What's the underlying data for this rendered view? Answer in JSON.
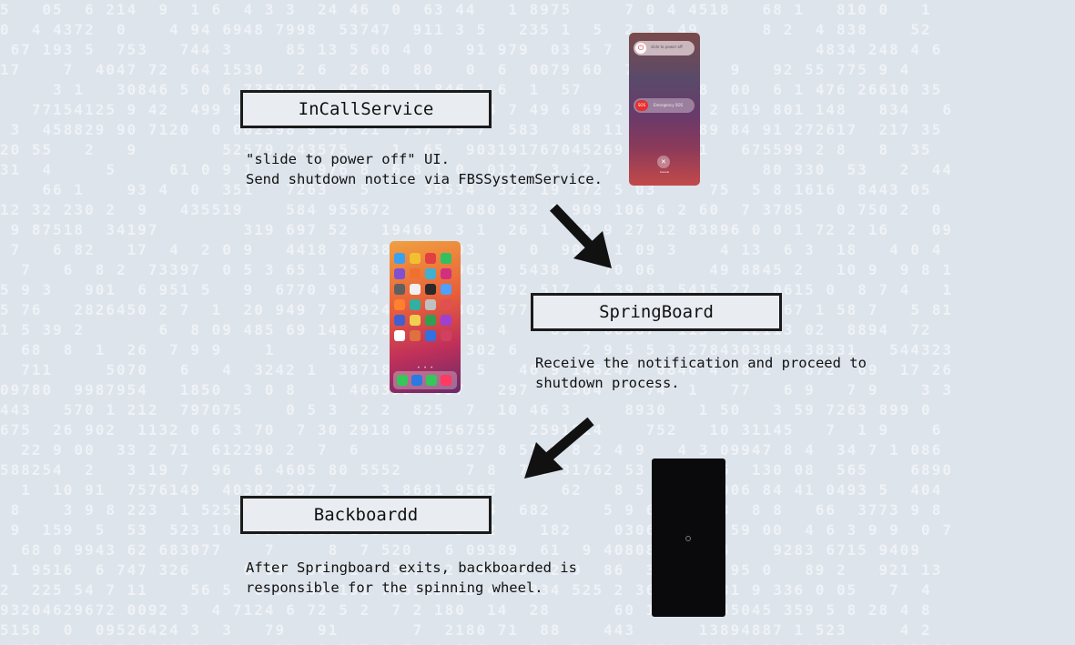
{
  "nodes": [
    {
      "title": "InCallService",
      "lines": [
        "\"slide to power off\" UI.",
        "Send shutdown notice via FBSSystemService."
      ]
    },
    {
      "title": "SpringBoard",
      "lines": [
        "Receive the notification and proceed to",
        "shutdown process."
      ]
    },
    {
      "title": "Backboardd",
      "lines": [
        "After Springboard exits, backboarded is",
        "responsible for the spinning wheel."
      ]
    }
  ],
  "phones": {
    "power_off": {
      "slider_label": "slide to power off",
      "sos_label": "Emergency SOS",
      "sos_badge": "SOS",
      "cancel_label": "Cancel"
    }
  },
  "colors": {
    "background": "#dde4ec",
    "box_fill": "#e9edf2",
    "box_border": "#1b1b1b",
    "arrow": "#111111",
    "shutdown_screen": "#0a0a0c"
  },
  "icons": [
    "arrow-down-right-icon",
    "arrow-down-left-icon",
    "power-icon",
    "close-icon",
    "spinner-icon"
  ]
}
